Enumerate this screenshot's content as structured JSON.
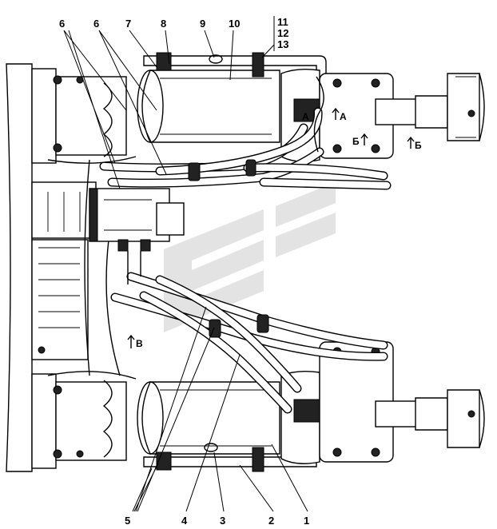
{
  "callouts_top": [
    "6",
    "6",
    "7",
    "8",
    "9",
    "10",
    "11",
    "12",
    "13"
  ],
  "callouts_bottom": [
    "5",
    "4",
    "3",
    "2",
    "1"
  ],
  "views": {
    "a1": "A",
    "a2": "A",
    "b1": "Б",
    "b2": "Б",
    "v": "В"
  }
}
